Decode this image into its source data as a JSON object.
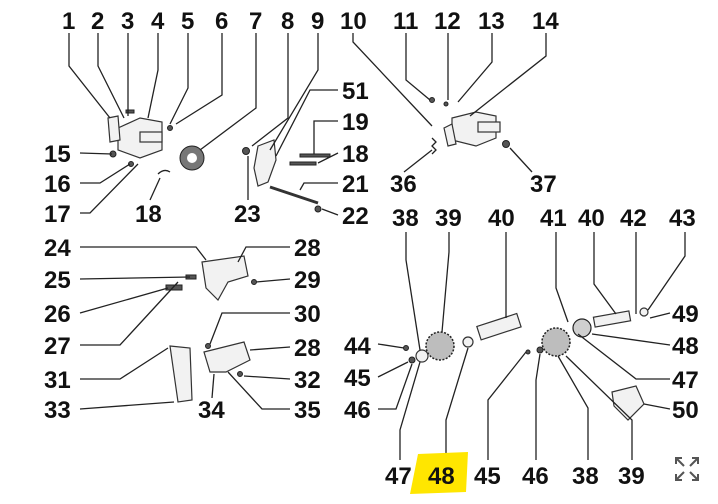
{
  "diagram": {
    "highlight_color": "#ffe600",
    "highlighted_label": "48",
    "labels_top": [
      "1",
      "2",
      "3",
      "4",
      "5",
      "6",
      "7",
      "8",
      "9",
      "10",
      "11",
      "12",
      "13",
      "14"
    ],
    "labels_left_upper": [
      "15",
      "16",
      "17"
    ],
    "label_18_bottom": "18",
    "labels_mid_right": [
      "51",
      "19",
      "18",
      "21",
      "22"
    ],
    "label_23": "23",
    "labels_right_top": [
      "36",
      "37"
    ],
    "labels_left_lower": [
      "24",
      "25",
      "26",
      "27",
      "31",
      "33"
    ],
    "labels_center_lower": [
      "28",
      "29",
      "30",
      "28",
      "32",
      "34",
      "35"
    ],
    "labels_gear_top": [
      "38",
      "39",
      "40",
      "41",
      "40",
      "42",
      "43"
    ],
    "labels_gear_left": [
      "44",
      "45",
      "46"
    ],
    "labels_gear_right": [
      "49",
      "48",
      "47",
      "50"
    ],
    "labels_bottom": [
      "47",
      "48",
      "45",
      "46",
      "38",
      "39"
    ],
    "icons": {
      "expand": "expand-icon"
    }
  }
}
